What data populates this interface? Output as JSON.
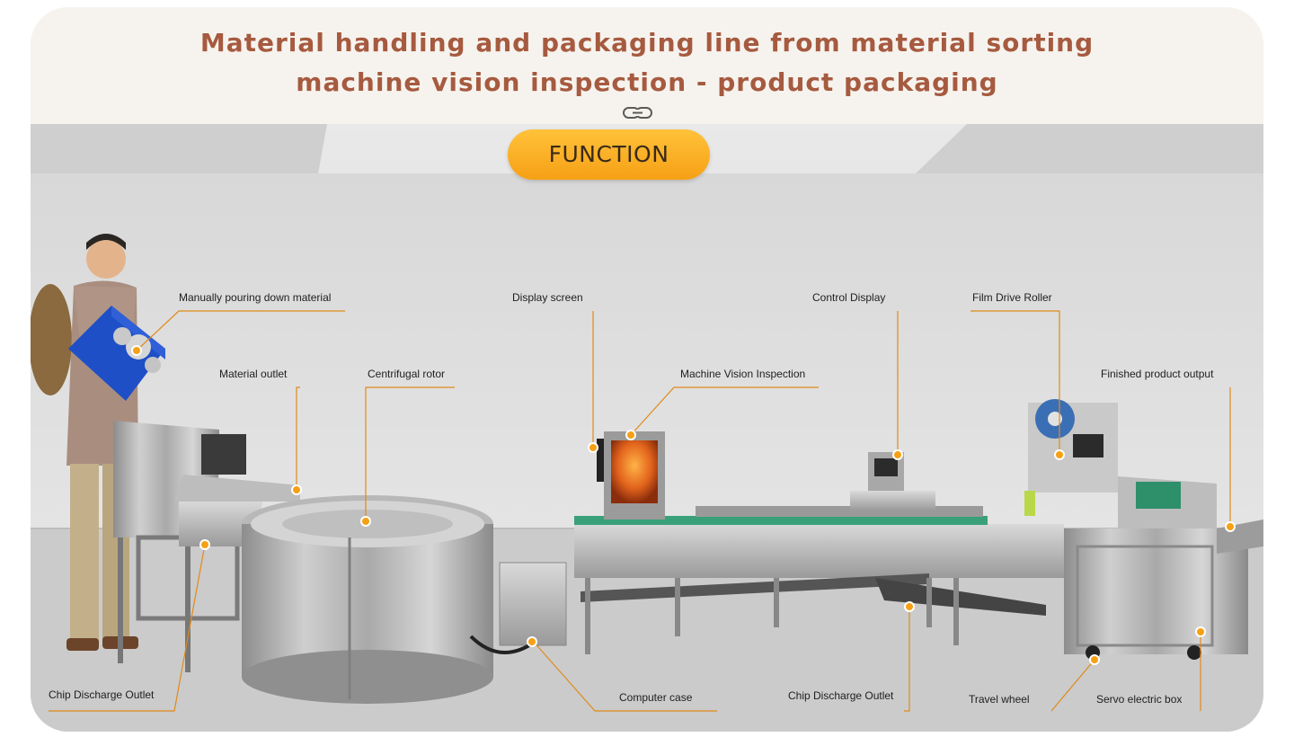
{
  "header": {
    "title_line1": "Material handling and packaging line from material sorting",
    "title_line2": "machine vision inspection - product packaging",
    "link_icon": "link-chain-icon"
  },
  "function_label": "FUNCTION",
  "colors": {
    "title": "#a65a3f",
    "accent_orange": "#f6a015",
    "leader_line": "#e08a1a"
  },
  "labels": {
    "manual_pouring": "Manually pouring down material",
    "material_outlet": "Material outlet",
    "centrifugal_rotor": "Centrifugal rotor",
    "display_screen": "Display screen",
    "machine_vision": "Machine Vision Inspection",
    "control_display": "Control Display",
    "film_drive_roller": "Film Drive Roller",
    "finished_output": "Finished product output",
    "chip_discharge_left": "Chip Discharge Outlet",
    "computer_case": "Computer case",
    "chip_discharge_mid": "Chip Discharge Outlet",
    "travel_wheel": "Travel wheel",
    "servo_box": "Servo electric box"
  }
}
